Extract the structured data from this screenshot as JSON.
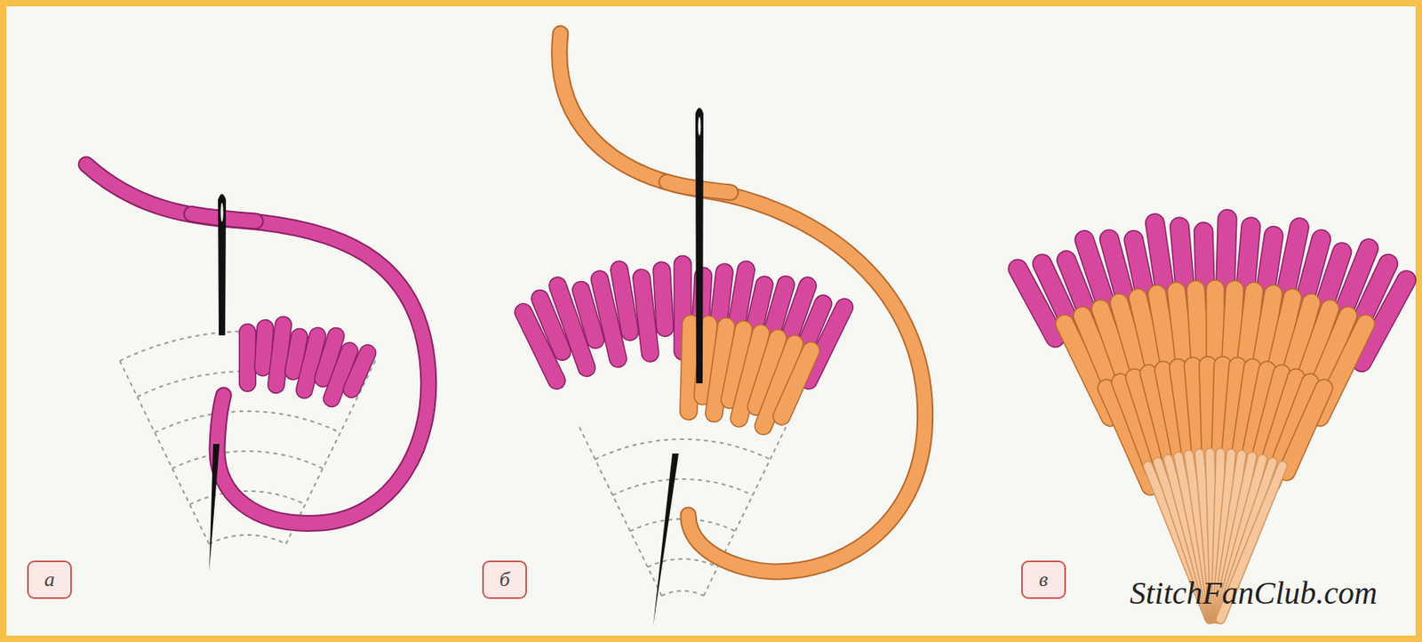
{
  "diagram": {
    "nodes": [
      {
        "text": [
          "а"
        ]
      },
      {
        "text": [
          "б"
        ]
      },
      {
        "text": [
          "в"
        ]
      }
    ],
    "labels": [
      "StitchFanClub.com"
    ]
  }
}
